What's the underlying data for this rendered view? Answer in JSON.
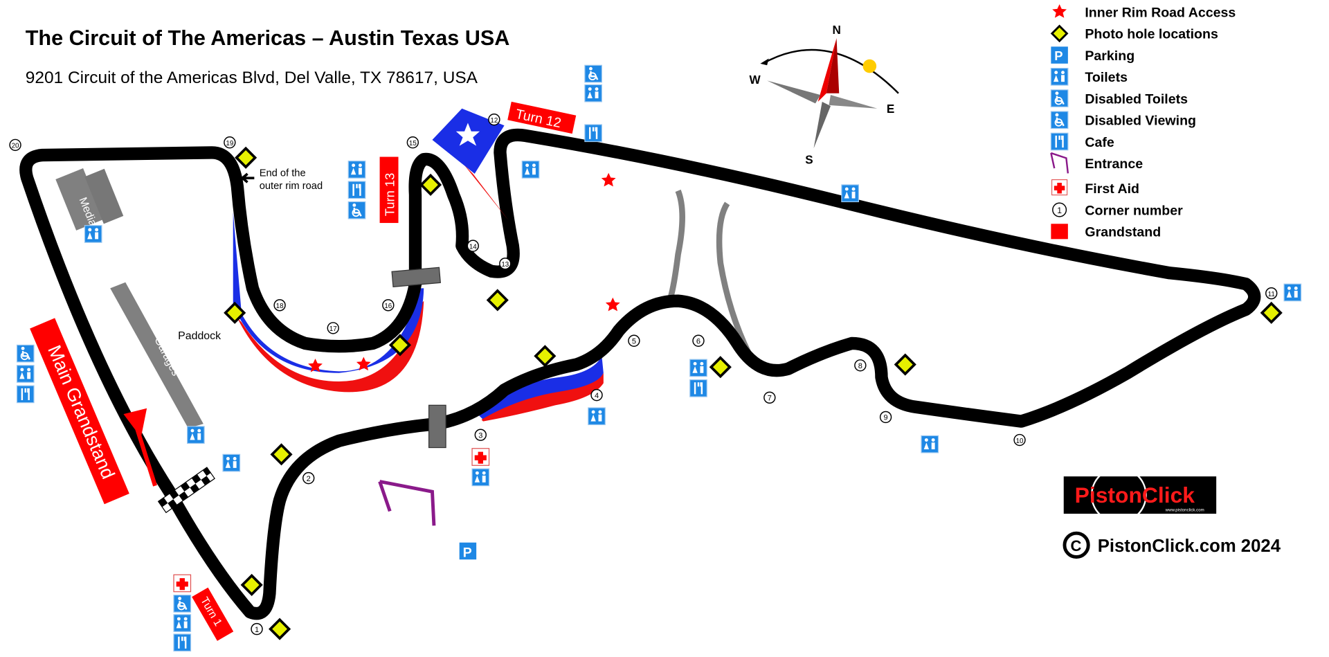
{
  "header": {
    "title": "The Circuit of The Americas – Austin Texas USA",
    "address": "9201 Circuit of the Americas Blvd, Del Valle, TX 78617, USA"
  },
  "compass": {
    "n": "N",
    "e": "E",
    "s": "S",
    "w": "W"
  },
  "legend": [
    {
      "icon": "red-star-icon",
      "label": "Inner Rim Road Access"
    },
    {
      "icon": "photo-hole-diamond-icon",
      "label": "Photo hole locations"
    },
    {
      "icon": "parking-icon",
      "label": "Parking"
    },
    {
      "icon": "toilets-icon",
      "label": "Toilets"
    },
    {
      "icon": "disabled-toilets-icon",
      "label": "Disabled Toilets"
    },
    {
      "icon": "disabled-viewing-icon",
      "label": "Disabled Viewing"
    },
    {
      "icon": "cafe-icon",
      "label": "Cafe"
    },
    {
      "icon": "entrance-icon",
      "label": "Entrance"
    },
    {
      "icon": "first-aid-icon",
      "label": "First Aid"
    },
    {
      "icon": "corner-number-icon",
      "label": "Corner number",
      "sample": "1"
    },
    {
      "icon": "grandstand-icon",
      "label": "Grandstand"
    }
  ],
  "map_labels": {
    "media": "Media",
    "garages": "Garages",
    "paddock": "Paddock",
    "main_grandstand": "Main Grandstand",
    "turn1": "Turn 1",
    "turn12": "Turn 12",
    "turn13": "Turn 13",
    "outer_rim_1": "End of the",
    "outer_rim_2": "outer rim road"
  },
  "corners": [
    "1",
    "2",
    "3",
    "4",
    "5",
    "6",
    "7",
    "8",
    "9",
    "10",
    "11",
    "12",
    "13",
    "14",
    "15",
    "16",
    "17",
    "18",
    "19",
    "20"
  ],
  "colors": {
    "track": "#000000",
    "grandstand": "#ff0000",
    "blue": "#1a2ee6",
    "icon_blue": "#1e88e5",
    "photo": "#e6f000",
    "entrance": "#8a1a8a",
    "service_road": "#808080"
  },
  "logo": {
    "brand": "PistonClick",
    "url": "www.pistonclick.com"
  },
  "copyright": "PistonClick.com 2024"
}
